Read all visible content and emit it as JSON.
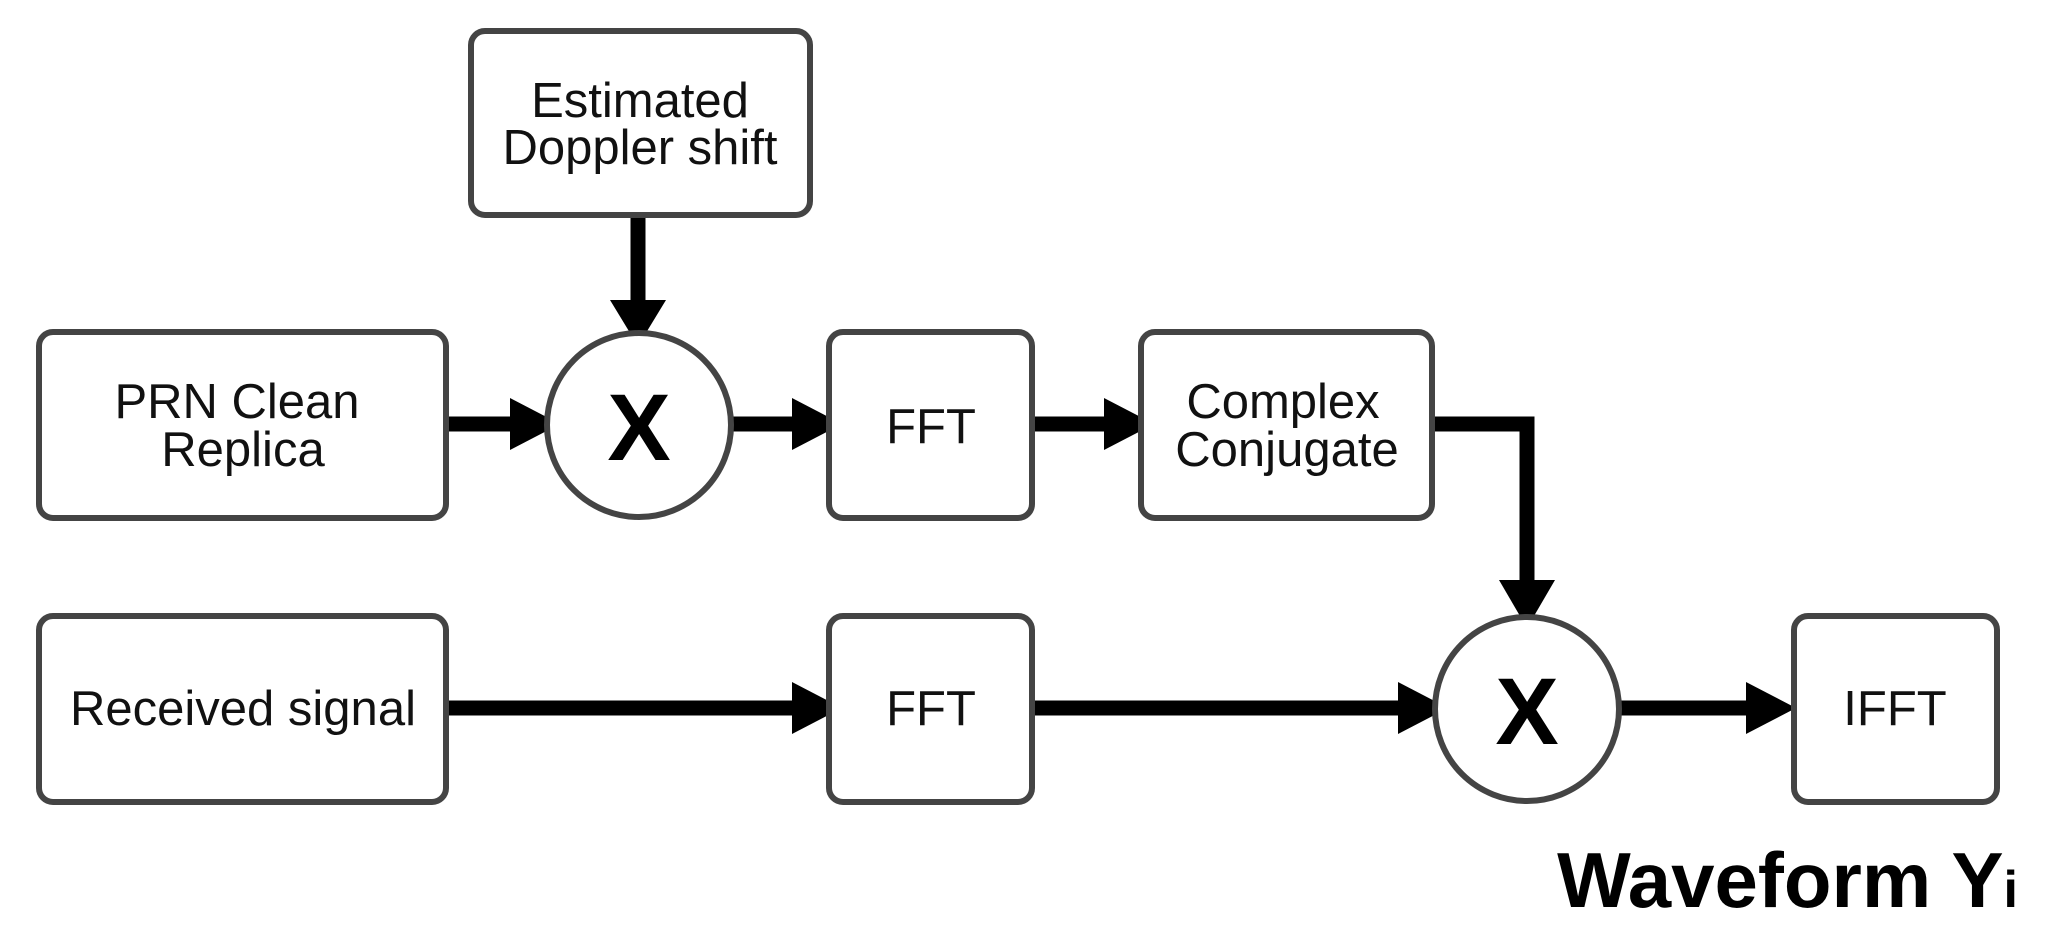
{
  "diagram": {
    "doppler_box": {
      "line1": "Estimated",
      "line2": "Doppler shift"
    },
    "prn_box": {
      "line1": "PRN Clean",
      "line2": "Replica"
    },
    "mixer_top": {
      "symbol": "X"
    },
    "fft_top": {
      "label": "FFT"
    },
    "conj_box": {
      "line1": "Complex",
      "line2": "Conjugate"
    },
    "received_box": {
      "label": "Received signal"
    },
    "fft_bottom": {
      "label": "FFT"
    },
    "mixer_bottom": {
      "symbol": "X"
    },
    "ifft_box": {
      "label": "IFFT"
    },
    "output": {
      "main": "Waveform Y",
      "subscript": "i"
    }
  },
  "colors": {
    "box_stroke": "#444444",
    "arrow": "#000000",
    "text": "#111111",
    "background": "#ffffff"
  }
}
